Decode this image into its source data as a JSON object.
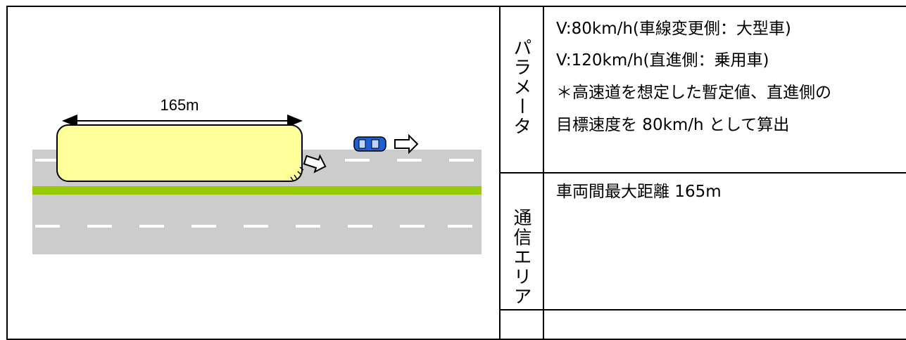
{
  "diagram": {
    "distance_label": "165m"
  },
  "parameters": {
    "heading": "パラメータ",
    "lines": [
      "V:80km/h(車線変更側：大型車)",
      "V:120km/h(直進側：乗用車)",
      "＊高速道を想定した暫定値、直進側の",
      "目標速度を 80km/h として算出"
    ]
  },
  "communication_area": {
    "heading": "通信エリア",
    "lines": [
      "車両間最大距離 165m"
    ]
  },
  "colors": {
    "road": "#cccccc",
    "lane_marking": "#ffffff",
    "median": "#99cc00",
    "truck_fill": "#ffff99",
    "car_body": "#1f5fd6",
    "arrow_outline": "#000000"
  }
}
